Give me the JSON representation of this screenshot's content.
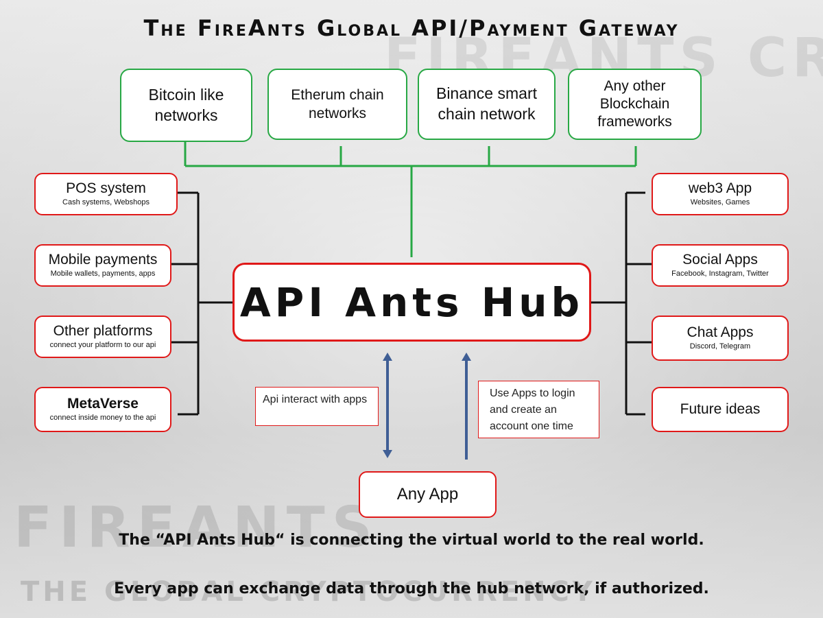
{
  "title": "The FireAnts Global API/Payment Gateway",
  "watermarks": {
    "top": "FIREANTS CRYPTO, INC.",
    "bottom": "FIREANTS",
    "bottom_small": "THE GLOBAL CRYPTOCURRENCY"
  },
  "blockchains": [
    {
      "label": "Bitcoin like networks"
    },
    {
      "label": "Etherum chain networks"
    },
    {
      "label": "Binance smart chain network"
    },
    {
      "label": "Any other Blockchain frameworks"
    }
  ],
  "left_systems": [
    {
      "label": "POS system",
      "sub": "Cash systems, Webshops"
    },
    {
      "label": "Mobile payments",
      "sub": "Mobile wallets, payments, apps"
    },
    {
      "label": "Other platforms",
      "sub": "connect your platform to our api"
    },
    {
      "label": "MetaVerse",
      "sub": "connect inside money to the api"
    }
  ],
  "right_apps": [
    {
      "label": "web3 App",
      "sub": "Websites, Games"
    },
    {
      "label": "Social Apps",
      "sub": "Facebook, Instagram, Twitter"
    },
    {
      "label": "Chat Apps",
      "sub": "Discord, Telegram"
    },
    {
      "label": "Future ideas",
      "sub": ""
    }
  ],
  "hub": {
    "label": "API Ants Hub"
  },
  "notes": {
    "left": "Api interact with apps",
    "right": "Use Apps to login and create an account one time"
  },
  "any_app": {
    "label": "Any App"
  },
  "captions": [
    "The “API Ants Hub“ is connecting the virtual world to the real world.",
    "Every app can exchange data through the hub network, if authorized."
  ],
  "colors": {
    "green": "#27a844",
    "red": "#e01818",
    "blue_arrow": "#3f5e95",
    "black": "#111111"
  }
}
